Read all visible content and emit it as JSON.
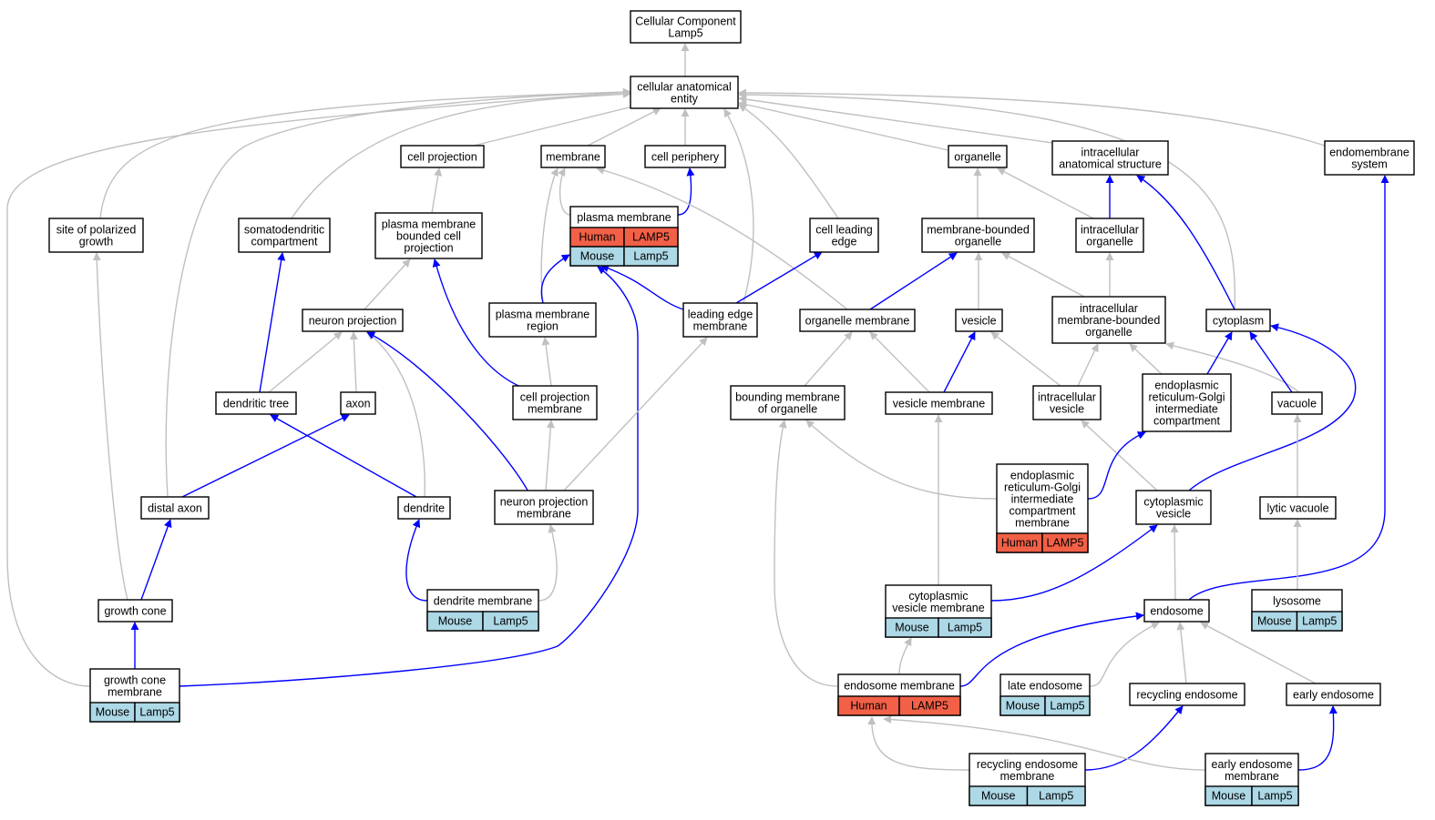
{
  "colors": {
    "gray_edge": "#c0c0c0",
    "blue_edge": "#0000ff",
    "human": "#f26047",
    "mouse": "#add8e6",
    "node_border": "#000000",
    "background": "#ffffff"
  },
  "nodes": {
    "root": [
      "Cellular Component",
      "Lamp5"
    ],
    "cae": [
      "cellular anatomical",
      "entity"
    ],
    "cellproj": [
      "cell projection"
    ],
    "membrane": [
      "membrane"
    ],
    "cellper": [
      "cell periphery"
    ],
    "organelle": [
      "organelle"
    ],
    "ias": [
      "intracellular",
      "anatomical structure"
    ],
    "endomem": [
      "endomembrane",
      "system"
    ],
    "sopg": [
      "site of polarized",
      "growth"
    ],
    "somato": [
      "somatodendritic",
      "compartment"
    ],
    "pmbcp": [
      "plasma membrane",
      "bounded cell",
      "projection"
    ],
    "pm": [
      "plasma membrane"
    ],
    "cle": [
      "cell leading",
      "edge"
    ],
    "mbo": [
      "membrane-bounded",
      "organelle"
    ],
    "io": [
      "intracellular",
      "organelle"
    ],
    "np": [
      "neuron projection"
    ],
    "pmr": [
      "plasma membrane",
      "region"
    ],
    "lem": [
      "leading edge",
      "membrane"
    ],
    "om": [
      "organelle membrane"
    ],
    "vesicle": [
      "vesicle"
    ],
    "imbo": [
      "intracellular",
      "membrane-bounded",
      "organelle"
    ],
    "cytoplasm": [
      "cytoplasm"
    ],
    "dt": [
      "dendritic tree"
    ],
    "axon": [
      "axon"
    ],
    "cpm": [
      "cell projection",
      "membrane"
    ],
    "bmo": [
      "bounding membrane",
      "of organelle"
    ],
    "vm": [
      "vesicle membrane"
    ],
    "iv": [
      "intracellular",
      "vesicle"
    ],
    "ergic": [
      "endoplasmic",
      "reticulum-Golgi",
      "intermediate",
      "compartment"
    ],
    "vacuole": [
      "vacuole"
    ],
    "da": [
      "distal axon"
    ],
    "dendrite": [
      "dendrite"
    ],
    "npm": [
      "neuron projection",
      "membrane"
    ],
    "ergicm": [
      "endoplasmic",
      "reticulum-Golgi",
      "intermediate",
      "compartment",
      "membrane"
    ],
    "cv": [
      "cytoplasmic",
      "vesicle"
    ],
    "lv": [
      "lytic vacuole"
    ],
    "gc": [
      "growth cone"
    ],
    "dm": [
      "dendrite membrane"
    ],
    "cvm": [
      "cytoplasmic",
      "vesicle membrane"
    ],
    "endosome": [
      "endosome"
    ],
    "lysosome": [
      "lysosome"
    ],
    "gcm": [
      "growth cone",
      "membrane"
    ],
    "em": [
      "endosome membrane"
    ],
    "le": [
      "late endosome"
    ],
    "re": [
      "recycling endosome"
    ],
    "ee": [
      "early endosome"
    ],
    "rem": [
      "recycling endosome",
      "membrane"
    ],
    "eem": [
      "early endosome",
      "membrane"
    ]
  },
  "annotations": {
    "pm": [
      [
        "Human",
        "LAMP5"
      ],
      [
        "Mouse",
        "Lamp5"
      ]
    ],
    "ergicm": [
      [
        "Human",
        "LAMP5"
      ]
    ],
    "dm": [
      [
        "Mouse",
        "Lamp5"
      ]
    ],
    "cvm": [
      [
        "Mouse",
        "Lamp5"
      ]
    ],
    "lysosome": [
      [
        "Mouse",
        "Lamp5"
      ]
    ],
    "gcm": [
      [
        "Mouse",
        "Lamp5"
      ]
    ],
    "em": [
      [
        "Human",
        "LAMP5"
      ]
    ],
    "le": [
      [
        "Mouse",
        "Lamp5"
      ]
    ],
    "rem": [
      [
        "Mouse",
        "Lamp5"
      ]
    ],
    "eem": [
      [
        "Mouse",
        "Lamp5"
      ]
    ]
  },
  "edges": [
    [
      "cae",
      "root",
      "gray"
    ],
    [
      "cellproj",
      "cae",
      "gray"
    ],
    [
      "membrane",
      "cae",
      "gray"
    ],
    [
      "cellper",
      "cae",
      "gray"
    ],
    [
      "organelle",
      "cae",
      "gray"
    ],
    [
      "ias",
      "cae",
      "gray"
    ],
    [
      "endomem",
      "cae",
      "gray"
    ],
    [
      "sopg",
      "cae",
      "gray"
    ],
    [
      "somato",
      "cae",
      "gray"
    ],
    [
      "cle",
      "cae",
      "gray"
    ],
    [
      "lem",
      "cae",
      "gray"
    ],
    [
      "cytoplasm",
      "cae",
      "gray"
    ],
    [
      "da",
      "cae",
      "gray"
    ],
    [
      "gcm",
      "cae",
      "gray"
    ],
    [
      "pmbcp",
      "cellproj",
      "gray"
    ],
    [
      "pm",
      "cellper",
      "blue"
    ],
    [
      "pm",
      "membrane",
      "gray"
    ],
    [
      "pmr",
      "membrane",
      "gray"
    ],
    [
      "om",
      "membrane",
      "gray"
    ],
    [
      "mbo",
      "organelle",
      "gray"
    ],
    [
      "io",
      "organelle",
      "gray"
    ],
    [
      "io",
      "ias",
      "blue"
    ],
    [
      "cytoplasm",
      "ias",
      "blue"
    ],
    [
      "gc",
      "sopg",
      "gray"
    ],
    [
      "dt",
      "somato",
      "blue"
    ],
    [
      "np",
      "pmbcp",
      "gray"
    ],
    [
      "cpm",
      "pmbcp",
      "blue"
    ],
    [
      "pmr",
      "pm",
      "blue"
    ],
    [
      "lem",
      "pm",
      "blue"
    ],
    [
      "gcm",
      "pm",
      "blue"
    ],
    [
      "lem",
      "cle",
      "blue"
    ],
    [
      "om",
      "mbo",
      "blue"
    ],
    [
      "vesicle",
      "mbo",
      "gray"
    ],
    [
      "imbo",
      "mbo",
      "gray"
    ],
    [
      "imbo",
      "io",
      "gray"
    ],
    [
      "dt",
      "np",
      "gray"
    ],
    [
      "axon",
      "np",
      "gray"
    ],
    [
      "dendrite",
      "np",
      "gray"
    ],
    [
      "npm",
      "np",
      "blue"
    ],
    [
      "cpm",
      "pmr",
      "gray"
    ],
    [
      "npm",
      "lem",
      "gray"
    ],
    [
      "bmo",
      "om",
      "gray"
    ],
    [
      "vm",
      "om",
      "gray"
    ],
    [
      "vm",
      "vesicle",
      "blue"
    ],
    [
      "iv",
      "vesicle",
      "gray"
    ],
    [
      "iv",
      "imbo",
      "gray"
    ],
    [
      "ergic",
      "imbo",
      "gray"
    ],
    [
      "vacuole",
      "imbo",
      "gray"
    ],
    [
      "ergic",
      "cytoplasm",
      "blue"
    ],
    [
      "vacuole",
      "cytoplasm",
      "blue"
    ],
    [
      "cv",
      "cytoplasm",
      "blue"
    ],
    [
      "da",
      "axon",
      "blue"
    ],
    [
      "dendrite",
      "dt",
      "blue"
    ],
    [
      "npm",
      "cpm",
      "gray"
    ],
    [
      "ergicm",
      "bmo",
      "gray"
    ],
    [
      "em",
      "bmo",
      "gray"
    ],
    [
      "cvm",
      "vm",
      "gray"
    ],
    [
      "cv",
      "iv",
      "gray"
    ],
    [
      "ergicm",
      "ergic",
      "blue"
    ],
    [
      "lv",
      "vacuole",
      "gray"
    ],
    [
      "gc",
      "da",
      "blue"
    ],
    [
      "dm",
      "dendrite",
      "blue"
    ],
    [
      "dm",
      "npm",
      "gray"
    ],
    [
      "cvm",
      "cv",
      "blue"
    ],
    [
      "endosome",
      "cv",
      "gray"
    ],
    [
      "endosome",
      "endomem",
      "blue"
    ],
    [
      "lysosome",
      "lv",
      "gray"
    ],
    [
      "gcm",
      "gc",
      "blue"
    ],
    [
      "em",
      "cvm",
      "gray"
    ],
    [
      "em",
      "endosome",
      "blue"
    ],
    [
      "le",
      "endosome",
      "gray"
    ],
    [
      "re",
      "endosome",
      "gray"
    ],
    [
      "ee",
      "endosome",
      "gray"
    ],
    [
      "rem",
      "em",
      "gray"
    ],
    [
      "rem",
      "re",
      "blue"
    ],
    [
      "eem",
      "em",
      "gray"
    ],
    [
      "eem",
      "ee",
      "blue"
    ]
  ]
}
